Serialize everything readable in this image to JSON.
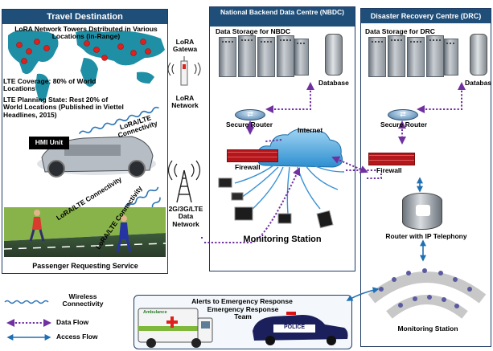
{
  "travel": {
    "header": "Travel Destination",
    "towers_title": "LoRA Network Towers Dstributed in Various Locations (in-Range)",
    "lte_coverage": "LTE Coverage: 80% of World Locations",
    "lte_planning": "LTE Planning State: Rest 20% of World Locations (Published in Viettel Headlines, 2015)",
    "lora_lte_connectivity": "LoRA/LTE Connectivity",
    "hmi_unit": "HMI Unit",
    "lora_lte_connectivity_2": "LoRA/LTE Connectivity",
    "lora_lte_connectivity_3": "LoRA/LTE Connectivity",
    "footer": "Passenger Requesting Service"
  },
  "lora": {
    "gateway": "LoRA Gatewa",
    "network": "LoRA Network"
  },
  "cellular": {
    "label": "2G/3G/LTE Data Network"
  },
  "nbdc": {
    "header": "National Backend Data Centre (NBDC)",
    "storage": "Data Storage for NBDC",
    "database": "Database",
    "secure_router": "Secure Router",
    "internet": "Internet",
    "firewall": "Firewall",
    "monitoring": "Monitoring Station"
  },
  "drc": {
    "header": "Disaster Recovery Centre (DRC)",
    "storage": "Data Storage for DRC",
    "database": "Databas",
    "secure_router": "Secure Router",
    "firewall": "Firewall",
    "ip_router": "Router with IP Telephony",
    "monitoring": "Monitoring Station"
  },
  "emergency": {
    "alerts": "Alerts to Emergency Response",
    "team": "Emergency Response Team",
    "ambulance": "Ambulance",
    "police": "POLICE"
  },
  "legend": {
    "wireless": "Wireless Connectivity",
    "data_flow": "Data Flow",
    "access_flow": "Access Flow"
  },
  "colors": {
    "panel_header": "#1f4e79",
    "data_flow": "#7030a0",
    "access_flow": "#1f6fb2",
    "wireless": "#2e75b6",
    "map_dot": "#e0201c"
  }
}
